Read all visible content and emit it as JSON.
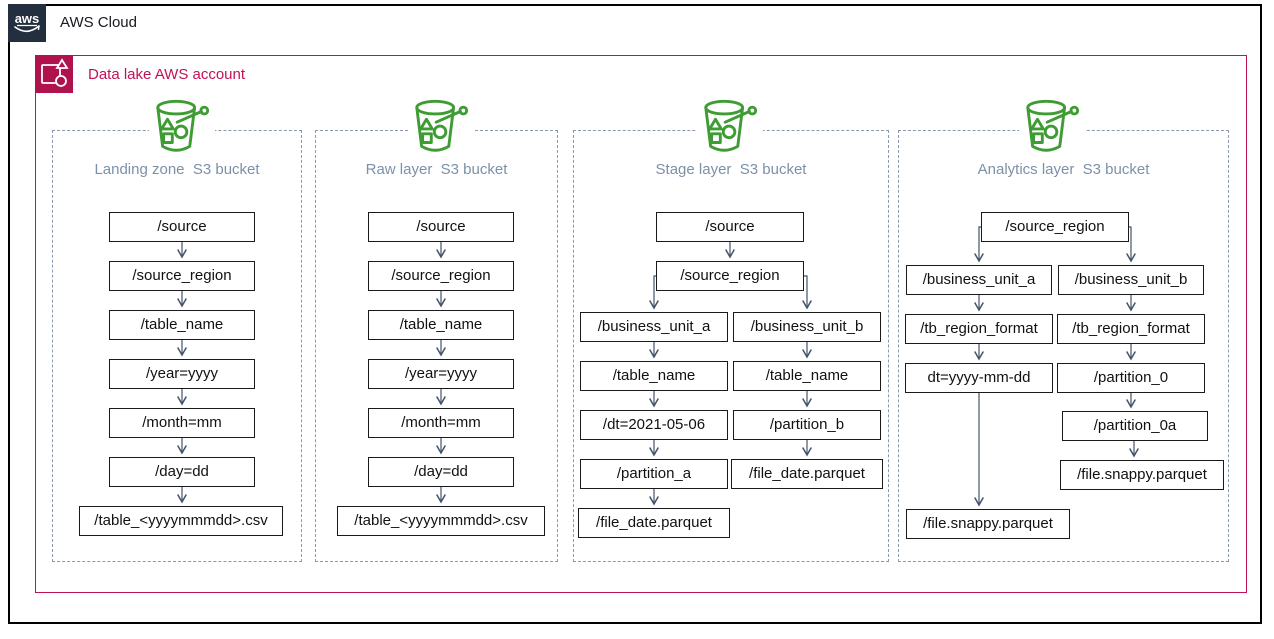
{
  "header": {
    "cloud_label": "AWS Cloud",
    "logo_text": "aws",
    "account_label": "Data lake AWS account"
  },
  "colors": {
    "aws_navy": "#232F3E",
    "account_fill": "#B0124E",
    "account_border": "#C01355",
    "bucket_green": "#3F9C35",
    "column_title_text": "#7C90A8",
    "connector": "#44546A",
    "dashed_border": "#8A99AD"
  },
  "columns": [
    {
      "title": "Landing zone  S3 bucket",
      "icon": "s3-bucket-icon",
      "nodes": [
        "/source",
        "/source_region",
        "/table_name",
        "/year=yyyy",
        "/month=mm",
        "/day=dd",
        "/table_<yyyymmmdd>.csv"
      ]
    },
    {
      "title": "Raw layer  S3 bucket",
      "icon": "s3-bucket-icon",
      "nodes": [
        "/source",
        "/source_region",
        "/table_name",
        "/year=yyyy",
        "/month=mm",
        "/day=dd",
        "/table_<yyyymmmdd>.csv"
      ]
    },
    {
      "title": "Stage layer  S3 bucket",
      "icon": "s3-bucket-icon",
      "root_nodes": [
        "/source",
        "/source_region"
      ],
      "branch_a": [
        "/business_unit_a",
        "/table_name",
        "/dt=2021-05-06",
        "/partition_a",
        "/file_date.parquet"
      ],
      "branch_b": [
        "/business_unit_b",
        "/table_name",
        "/partition_b",
        "/file_date.parquet"
      ]
    },
    {
      "title": "Analytics layer  S3 bucket",
      "icon": "s3-bucket-icon",
      "root_nodes": [
        "/source_region"
      ],
      "branch_a": [
        "/business_unit_a",
        "/tb_region_format",
        "dt=yyyy-mm-dd",
        "/file.snappy.parquet"
      ],
      "branch_b": [
        "/business_unit_b",
        "/tb_region_format",
        "/partition_0",
        "/partition_0a",
        "/file.snappy.parquet"
      ]
    }
  ]
}
